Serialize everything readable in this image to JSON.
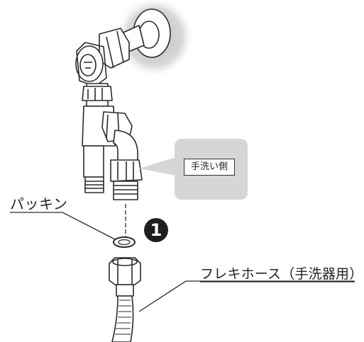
{
  "labels": {
    "packing": "パッキン",
    "flex_hose": "フレキホース（手洗器用）",
    "handwash_side": "手洗い側",
    "step_number": "1"
  },
  "colors": {
    "line": "#2a2a2a",
    "callout_fill": "#d6d6d6",
    "shadow": "#c8c8c8",
    "step_badge": "#1e1e1e"
  },
  "icons": {
    "step_badge": "black-circle-number"
  }
}
